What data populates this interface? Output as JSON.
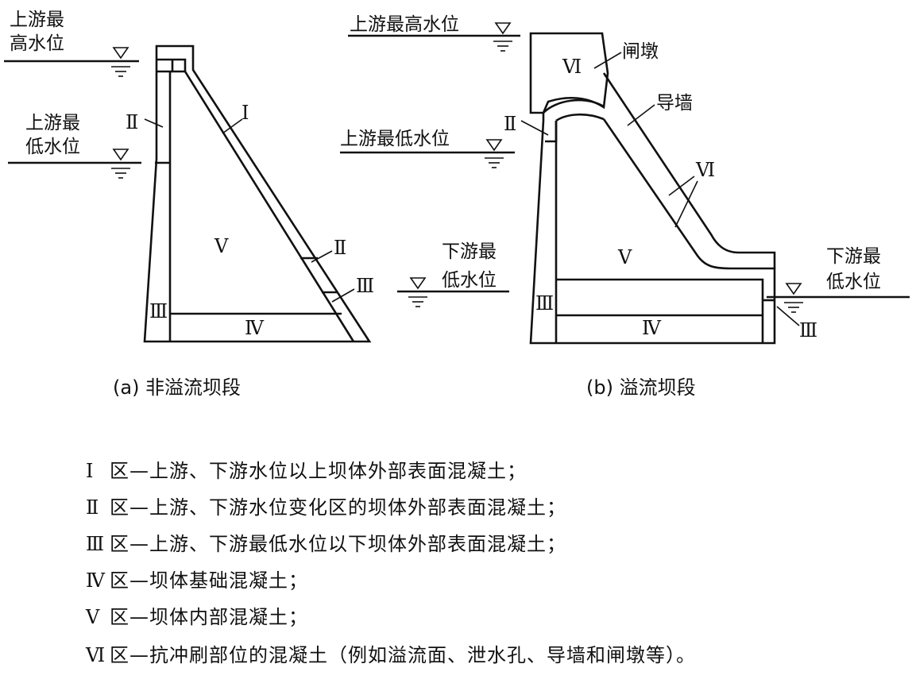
{
  "diagram_a": {
    "labels": {
      "upstream_max": [
        "上游最",
        "高水位"
      ],
      "upstream_min": [
        "上游最",
        "低水位"
      ]
    },
    "zones": {
      "z1": "Ⅰ",
      "z2_top": "Ⅱ",
      "z2_right": "Ⅱ",
      "z3_left": "Ⅲ",
      "z3_right": "Ⅲ",
      "z4": "Ⅳ",
      "z5": "Ⅴ"
    },
    "caption": "(a) 非溢流坝段"
  },
  "middle": {
    "downstream_min": [
      "下游最",
      "低水位"
    ]
  },
  "diagram_b": {
    "labels": {
      "upstream_max": "上游最高水位",
      "upstream_min": "上游最低水位",
      "gate_pier": "闸墩",
      "guide_wall": "导墙",
      "downstream_min": [
        "下游最",
        "低水位"
      ]
    },
    "zones": {
      "z6_top": "Ⅵ",
      "z6_mid": "Ⅵ",
      "z2": "Ⅱ",
      "z3_left": "Ⅲ",
      "z3_right": "Ⅲ",
      "z4": "Ⅳ",
      "z5": "Ⅴ"
    },
    "caption": "(b) 溢流坝段"
  },
  "legend": [
    {
      "roman": "Ⅰ",
      "text": "区—上游、下游水位以上坝体外部表面混凝土；"
    },
    {
      "roman": "Ⅱ",
      "text": "区—上游、下游水位变化区的坝体外部表面混凝土；"
    },
    {
      "roman": "Ⅲ",
      "text": "区—上游、下游最低水位以下坝体外部表面混凝土；"
    },
    {
      "roman": "Ⅳ",
      "text": "区—坝体基础混凝土；"
    },
    {
      "roman": "Ⅴ",
      "text": "区—坝体内部混凝土；"
    },
    {
      "roman": "Ⅵ",
      "text": "区—抗冲刷部位的混凝土（例如溢流面、泄水孔、导墙和闸墩等）。"
    }
  ]
}
